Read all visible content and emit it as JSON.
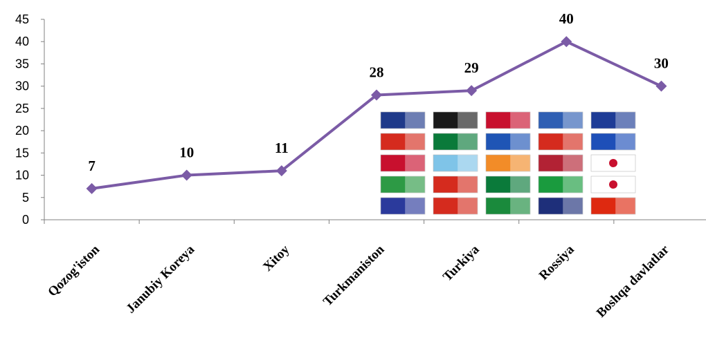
{
  "chart_data": {
    "type": "line",
    "title": "",
    "xlabel": "",
    "ylabel": "",
    "categories": [
      "Qozog'iston",
      "Janubiy Koreya",
      "Xitoy",
      "Turkmaniston",
      "Turkiya",
      "Rossiya",
      "Boshqa davlatlar"
    ],
    "series": [
      {
        "values": [
          7,
          10,
          11,
          28,
          29,
          40,
          30
        ]
      }
    ],
    "ylim": [
      0,
      45
    ],
    "yticks": [
      0,
      5,
      10,
      15,
      20,
      25,
      30,
      35,
      40,
      45
    ],
    "data_labels": [
      "7",
      "10",
      "11",
      "28",
      "29",
      "40",
      "30"
    ],
    "grid": false,
    "legend": "none",
    "colors": {
      "line": "#7B5BA6",
      "marker": "#7B5BA6",
      "axis": "#808080"
    }
  },
  "decoration": {
    "description_icon": "world-flags-image",
    "flag_rows": 5,
    "flag_cols": 5
  }
}
